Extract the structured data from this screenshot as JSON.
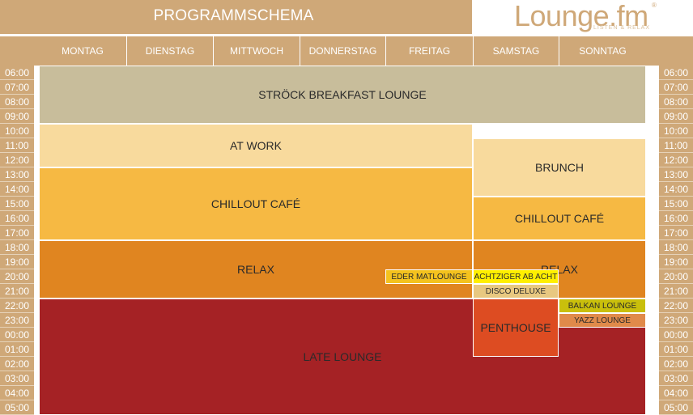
{
  "header": {
    "title": "PROGRAMMSCHEMA",
    "logo_text": "Lounge.fm",
    "logo_reg": "®",
    "logo_tagline": "LISTEN & RELAX"
  },
  "days": [
    "MONTAG",
    "DIENSTAG",
    "MITTWOCH",
    "DONNERSTAG",
    "FREITAG",
    "SAMSTAG",
    "SONNTAG"
  ],
  "times": [
    "06:00",
    "07:00",
    "08:00",
    "09:00",
    "10:00",
    "11:00",
    "12:00",
    "13:00",
    "14:00",
    "15:00",
    "16:00",
    "17:00",
    "18:00",
    "19:00",
    "20:00",
    "21:00",
    "22:00",
    "23:00",
    "00:00",
    "01:00",
    "02:00",
    "03:00",
    "04:00",
    "05:00"
  ],
  "shows": [
    {
      "name": "STRÖCK BREAKFAST LOUNGE",
      "slug": "stroeck-breakfast-lounge",
      "days": [
        0,
        7
      ],
      "hours": [
        0,
        4
      ],
      "color": "#c8bd9b"
    },
    {
      "name": "AT WORK",
      "slug": "at-work",
      "days": [
        0,
        5
      ],
      "hours": [
        4,
        7
      ],
      "color": "#f8da9d"
    },
    {
      "name": "BRUNCH",
      "slug": "brunch",
      "days": [
        5,
        7
      ],
      "hours": [
        5,
        9
      ],
      "color": "#f8da9d"
    },
    {
      "name": "CHILLOUT CAFÉ",
      "slug": "chillout-cafe-weekday",
      "days": [
        0,
        5
      ],
      "hours": [
        7,
        12
      ],
      "color": "#f6b943"
    },
    {
      "name": "CHILLOUT CAFÉ",
      "slug": "chillout-cafe-weekend",
      "days": [
        5,
        7
      ],
      "hours": [
        9,
        12
      ],
      "color": "#f6b943"
    },
    {
      "name": "RELAX",
      "slug": "relax-weekday",
      "days": [
        0,
        5
      ],
      "hours": [
        12,
        16
      ],
      "color": "#e08520"
    },
    {
      "name": "RELAX",
      "slug": "relax-weekend",
      "days": [
        5,
        7
      ],
      "hours": [
        12,
        16
      ],
      "color": "#e08520"
    },
    {
      "name": "LATE LOUNGE",
      "slug": "late-lounge",
      "days": [
        0,
        7
      ],
      "hours": [
        16,
        24
      ],
      "color": "#a52225"
    },
    {
      "name": "EDER MATLOUNGE",
      "slug": "eder-matlounge",
      "days": [
        4,
        5
      ],
      "hours": [
        14,
        15
      ],
      "color": "#f4c21e",
      "small": true
    },
    {
      "name": "ACHTZIGER AB ACHT",
      "slug": "achtziger-ab-acht",
      "days": [
        5,
        6
      ],
      "hours": [
        14,
        15
      ],
      "color": "#ffef00",
      "small": true
    },
    {
      "name": "DISCO DELUXE",
      "slug": "disco-deluxe",
      "days": [
        5,
        6
      ],
      "hours": [
        15,
        16
      ],
      "color": "#e8c880",
      "small": true
    },
    {
      "name": "PENTHOUSE",
      "slug": "penthouse",
      "days": [
        5,
        6
      ],
      "hours": [
        16,
        20
      ],
      "color": "#dd4c22"
    },
    {
      "name": "BALKAN LOUNGE",
      "slug": "balkan-lounge",
      "days": [
        6,
        7
      ],
      "hours": [
        16,
        17
      ],
      "color": "#c9bf0c",
      "small": true
    },
    {
      "name": "YAZZ LOUNGE",
      "slug": "yazz-lounge",
      "days": [
        6,
        7
      ],
      "hours": [
        17,
        18
      ],
      "color": "#e08a4a",
      "small": true
    }
  ],
  "colors": {
    "header_tan": "#cfa878",
    "white": "#ffffff"
  }
}
